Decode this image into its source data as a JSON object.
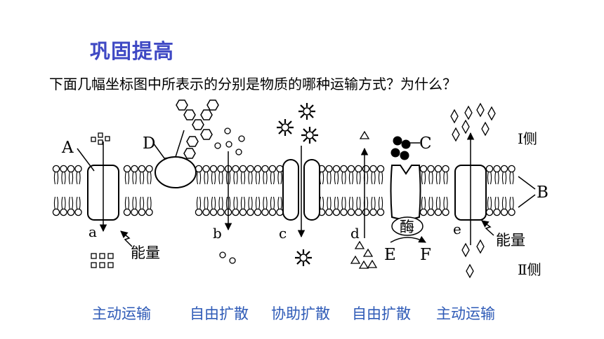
{
  "title": "巩固提高",
  "question": "下面几幅坐标图中所表示的分别是物质的哪种运输方式？为什么？",
  "diagram": {
    "labels": {
      "A": "A",
      "D": "D",
      "C": "C",
      "B": "B",
      "a": "a",
      "b": "b",
      "c": "c",
      "d": "d",
      "e": "e",
      "E": "E",
      "F": "F",
      "enzyme": "酶",
      "side1": "Ⅰ侧",
      "side2": "Ⅱ侧",
      "energy_a": "能量",
      "energy_e": "能量"
    }
  },
  "answers": [
    "主动运输",
    "自由扩散",
    "协助扩散",
    "自由扩散",
    "主动运输"
  ],
  "colors": {
    "title": "#3f49c4",
    "answers": "#2f5bb7"
  }
}
